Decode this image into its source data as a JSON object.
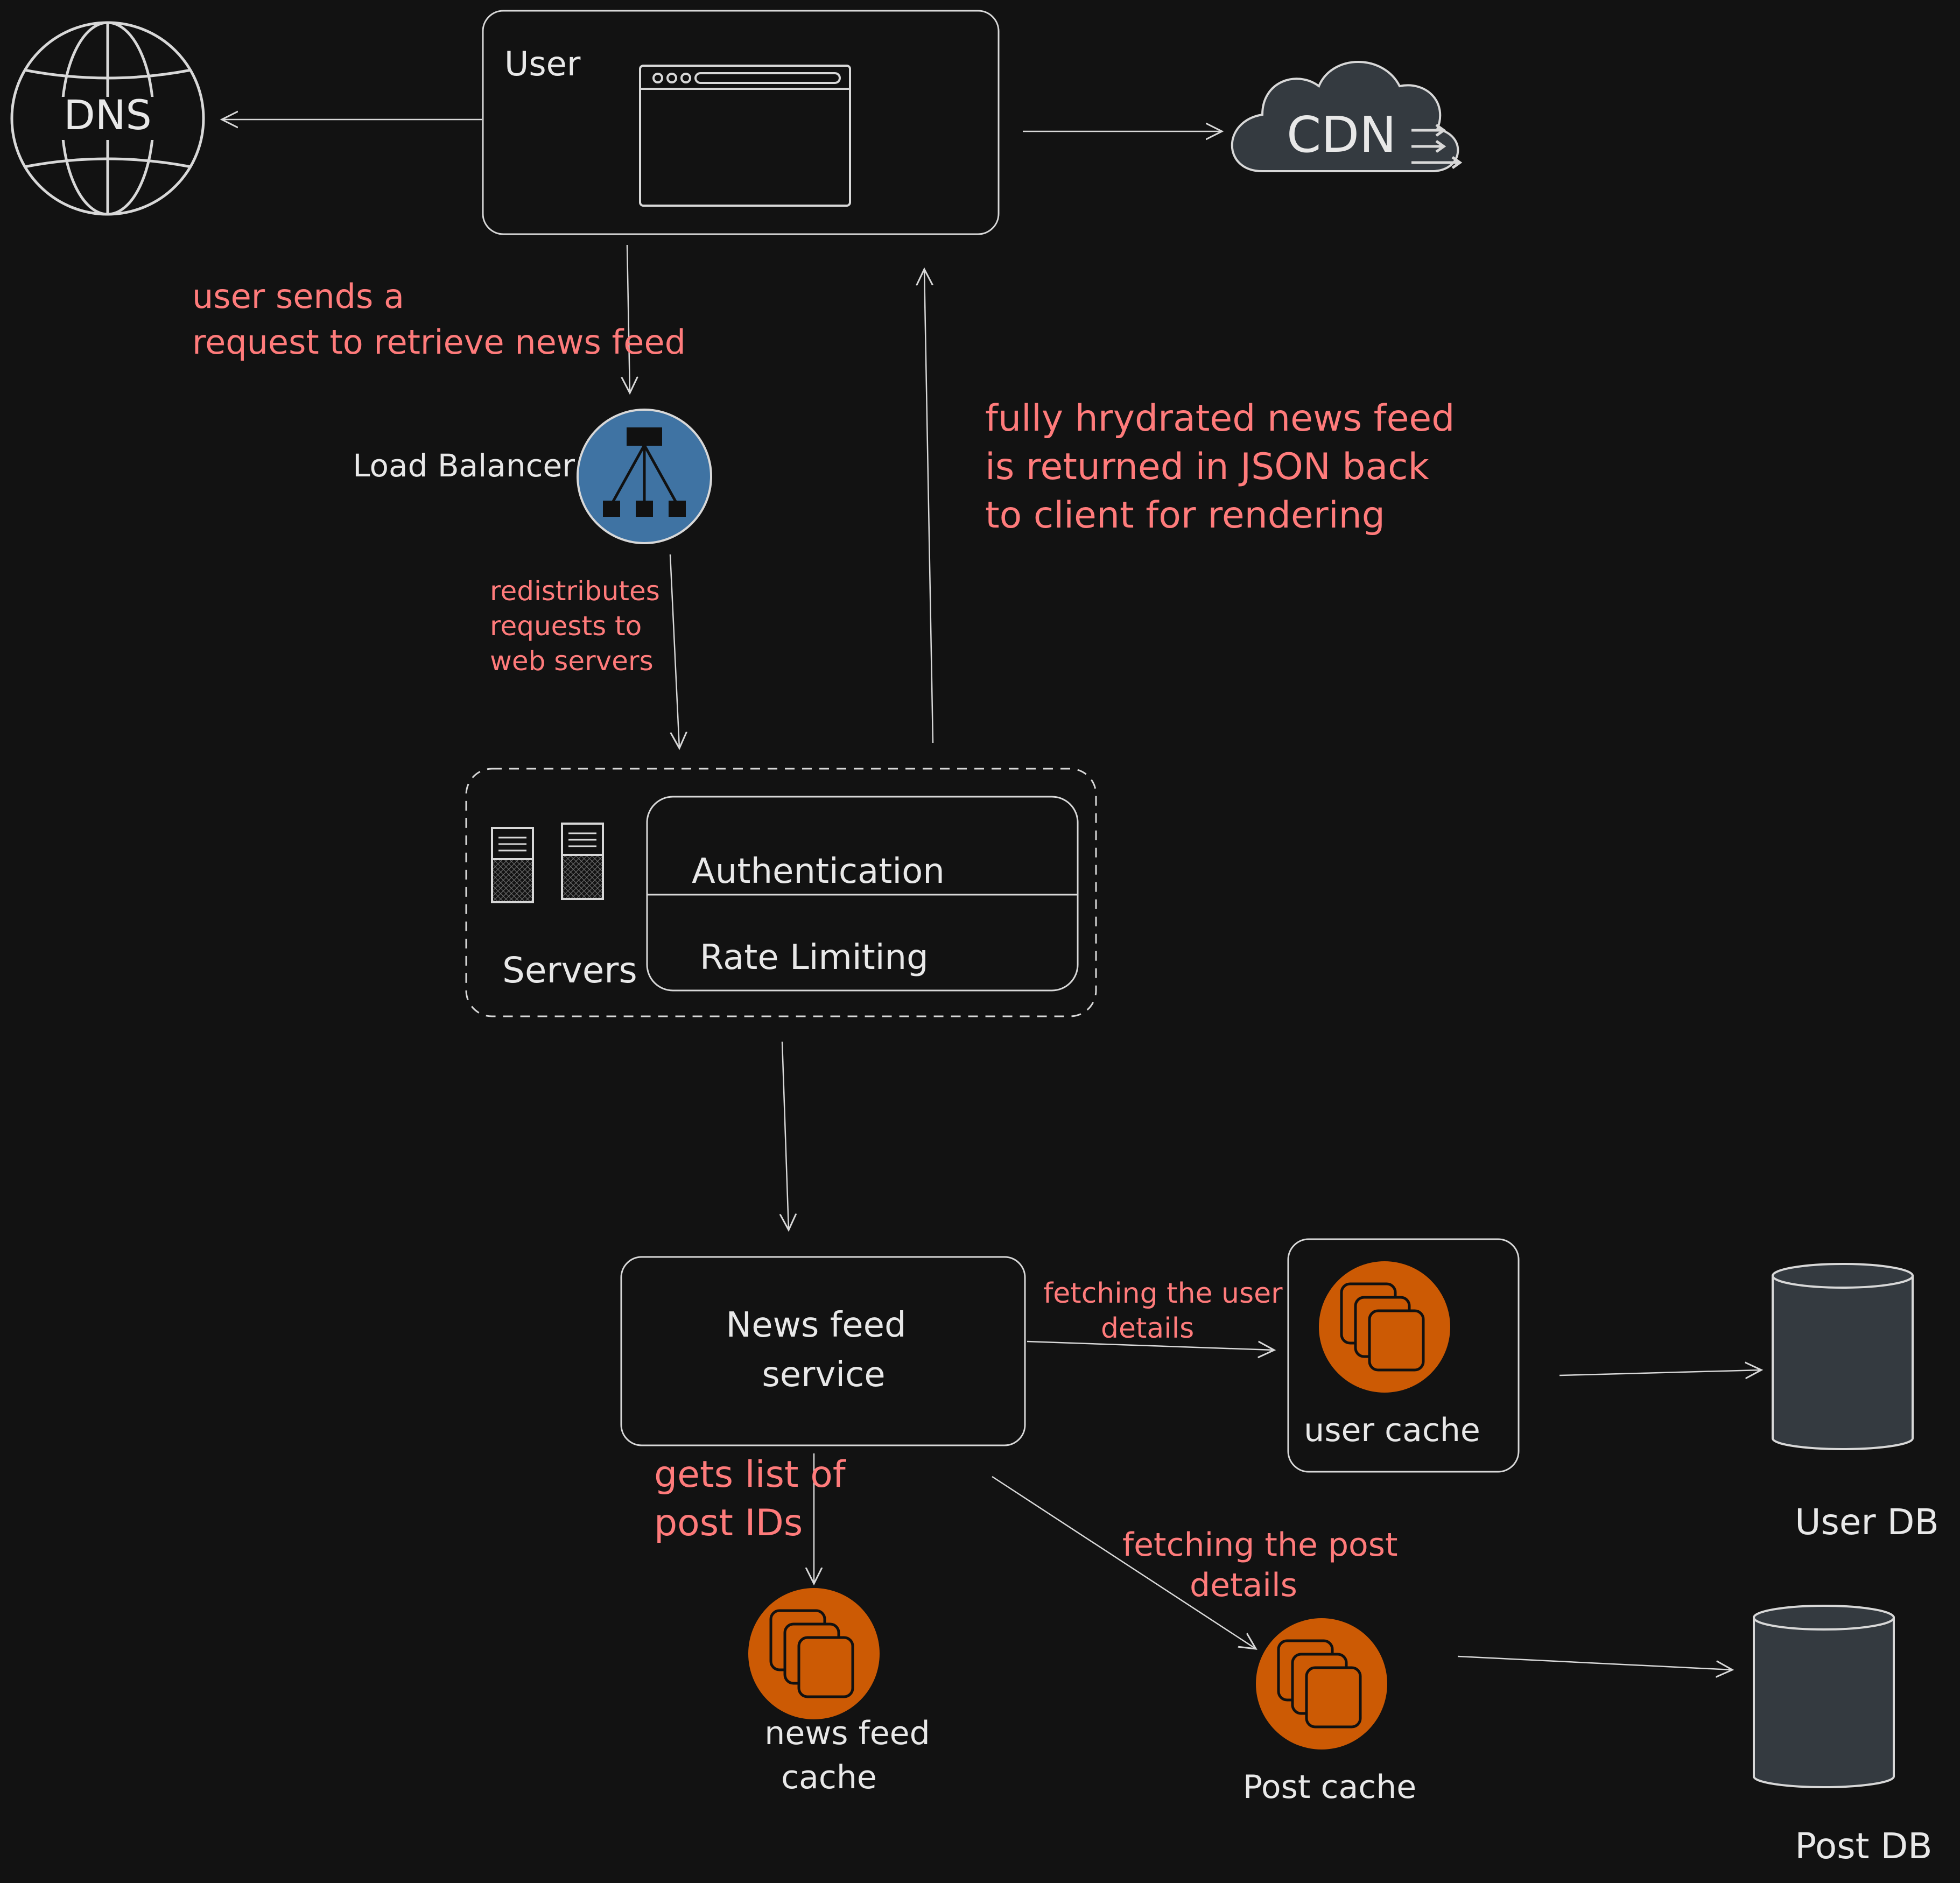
{
  "nodes": {
    "dns": {
      "label": "DNS"
    },
    "user": {
      "label": "User"
    },
    "cdn": {
      "label": "CDN"
    },
    "load_balancer": {
      "label": "Load Balancer"
    },
    "servers": {
      "label": "Servers",
      "auth": "Authentication",
      "rate": "Rate Limiting"
    },
    "news_feed_service": {
      "line1": "News feed",
      "line2": "service"
    },
    "user_cache": {
      "label": "user cache"
    },
    "news_feed_cache": {
      "line1": "news feed",
      "line2": "cache"
    },
    "post_cache": {
      "label": "Post cache"
    },
    "user_db": {
      "label": "User DB"
    },
    "post_db": {
      "label": "Post DB"
    }
  },
  "annotations": {
    "user_request": [
      "user sends a",
      "request to retrieve news feed"
    ],
    "lb_redistribute": [
      "redistributes",
      "requests to",
      "web servers"
    ],
    "hydrated": [
      "fully hrydrated news feed",
      "is returned in JSON back",
      "to client for rendering"
    ],
    "fetch_user": [
      "fetching the user",
      "details"
    ],
    "gets_post_ids": [
      "gets list of",
      "post IDs"
    ],
    "fetch_post": [
      "fetching the post",
      "details"
    ]
  },
  "colors": {
    "background": "#121212",
    "annotation": "#ff7b7b",
    "cache_orange": "#cc5a04",
    "lb_blue": "#3f73a3",
    "db_gray": "#343a40",
    "line": "#d8d8d8"
  }
}
